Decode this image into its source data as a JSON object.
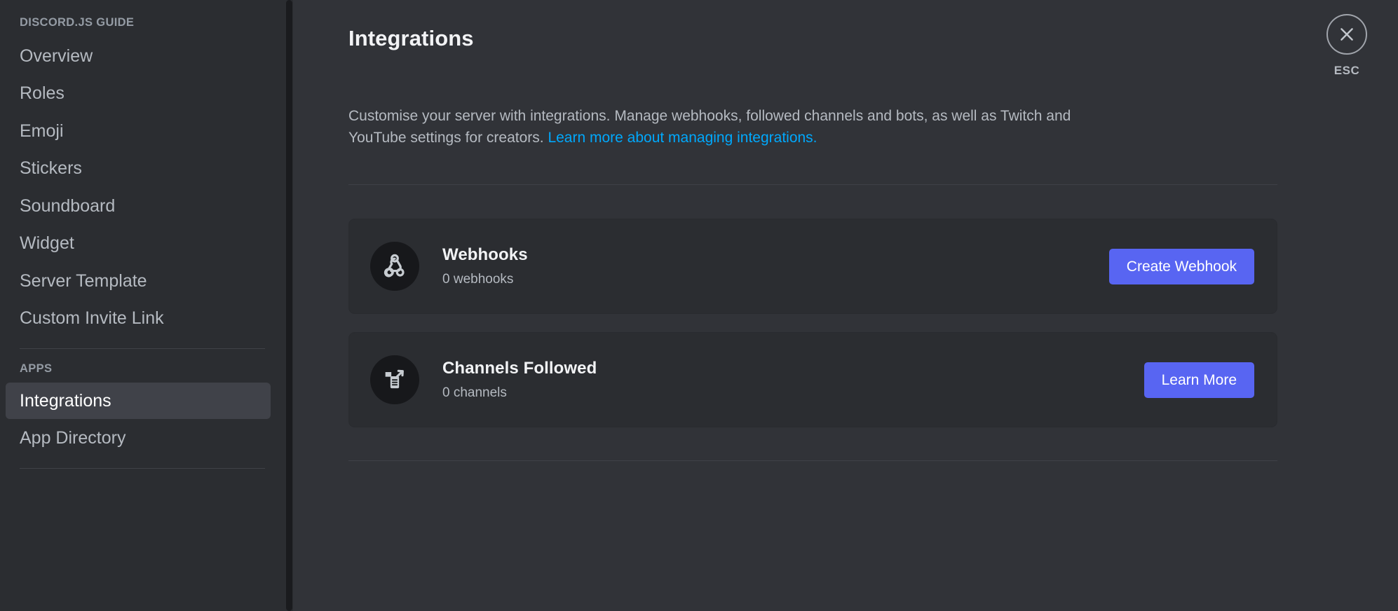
{
  "sidebar": {
    "header": "DISCORD.JS GUIDE",
    "items": [
      {
        "label": "Overview",
        "active": false
      },
      {
        "label": "Roles",
        "active": false
      },
      {
        "label": "Emoji",
        "active": false
      },
      {
        "label": "Stickers",
        "active": false
      },
      {
        "label": "Soundboard",
        "active": false
      },
      {
        "label": "Widget",
        "active": false
      },
      {
        "label": "Server Template",
        "active": false
      },
      {
        "label": "Custom Invite Link",
        "active": false
      }
    ],
    "apps_header": "APPS",
    "apps_items": [
      {
        "label": "Integrations",
        "active": true
      },
      {
        "label": "App Directory",
        "active": false
      }
    ]
  },
  "main": {
    "title": "Integrations",
    "description_before": "Customise your server with integrations. Manage webhooks, followed channels and bots, as well as Twitch and YouTube settings for creators. ",
    "description_link": "Learn more about managing integrations.",
    "link_color": "#00a8fc",
    "accent_color": "#5865f2",
    "cards": [
      {
        "icon": "webhook-icon",
        "title": "Webhooks",
        "subtitle": "0 webhooks",
        "button": "Create Webhook"
      },
      {
        "icon": "channels-followed-icon",
        "title": "Channels Followed",
        "subtitle": "0 channels",
        "button": "Learn More"
      }
    ]
  },
  "close": {
    "icon": "close-icon",
    "label": "ESC"
  }
}
